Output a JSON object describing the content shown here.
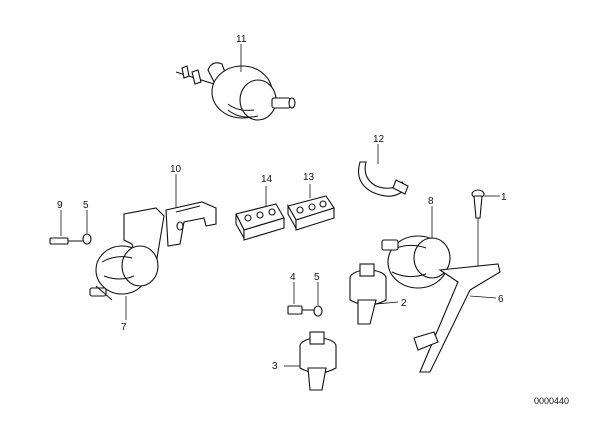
{
  "diagram": {
    "callouts": [
      "11",
      "12",
      "10",
      "14",
      "13",
      "9",
      "5",
      "7",
      "1",
      "8",
      "4",
      "5",
      "2",
      "6",
      "3"
    ],
    "document_number": "0000440"
  }
}
